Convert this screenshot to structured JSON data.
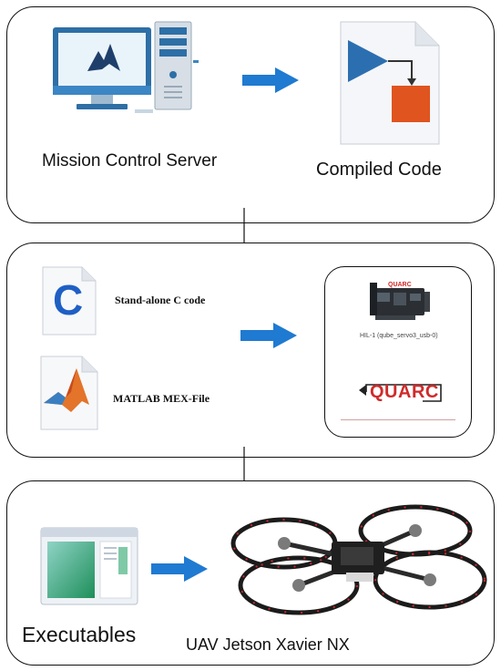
{
  "top": {
    "server_label": "Mission Control Server",
    "compiled_label": "Compiled Code"
  },
  "middle": {
    "c_code_label": "Stand-alone C code",
    "mex_label": "MATLAB MEX-File",
    "c_icon_letter": "C",
    "hil_caption": "HIL-1 (qube_servo3_usb-0)",
    "board_logo": "QUARC",
    "quarc_logo": "QUARC"
  },
  "bottom": {
    "executables_label": "Executables",
    "uav_label": "UAV Jetson Xavier NX"
  },
  "colors": {
    "arrow_blue": "#1f7ad1",
    "border": "#111111",
    "quarc_red": "#d02a2a",
    "simulink_blue": "#2c6fb0",
    "block_orange": "#e0541f"
  }
}
